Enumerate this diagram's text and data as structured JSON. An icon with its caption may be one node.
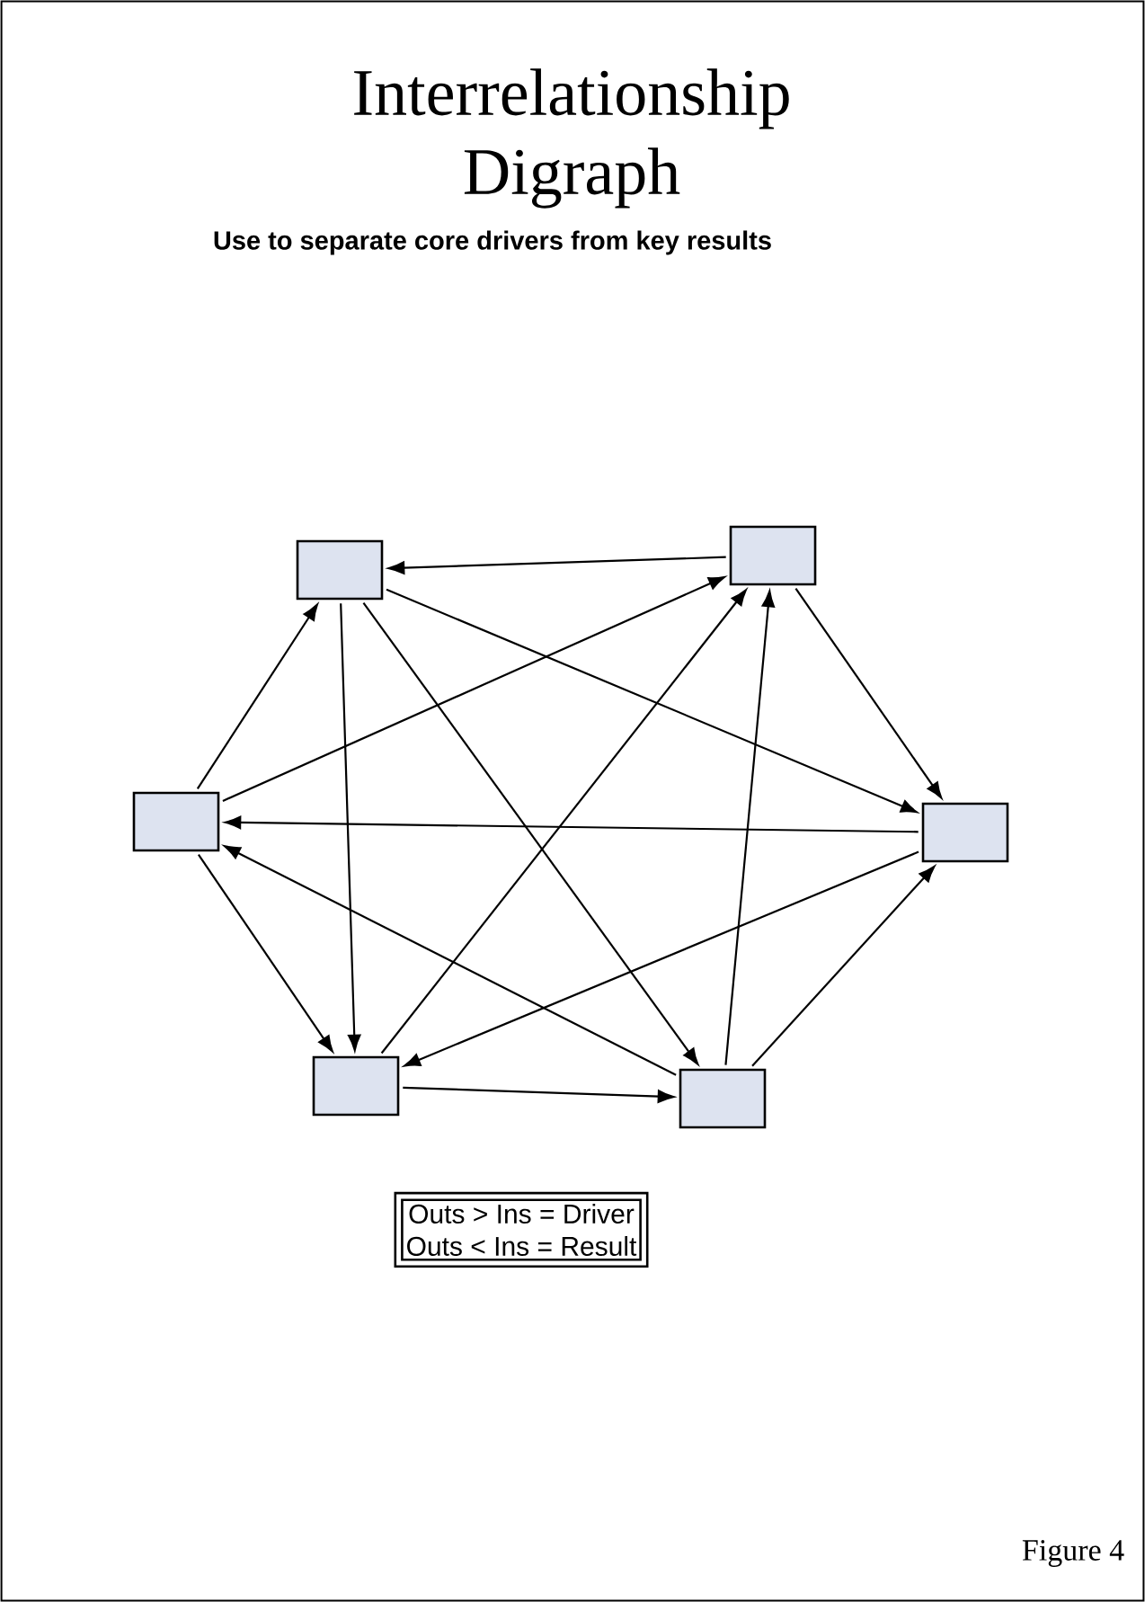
{
  "diagram": {
    "title": "Interrelationship Digraph",
    "nodes": [
      {
        "text": [],
        "shape": "box"
      },
      {
        "text": [],
        "shape": "box"
      },
      {
        "text": [],
        "shape": "box"
      },
      {
        "text": [],
        "shape": "box"
      },
      {
        "text": [],
        "shape": "box"
      },
      {
        "text": [],
        "shape": "box"
      },
      {
        "text": [
          "Outs > Ins = Driver",
          "Outs < Ins = Result"
        ]
      }
    ],
    "edges": [
      {
        "from": 1,
        "to": 0,
        "arrow": "to"
      },
      {
        "from": 0,
        "to": 3,
        "arrow": "to"
      },
      {
        "from": 0,
        "to": 4,
        "arrow": "to"
      },
      {
        "from": 0,
        "to": 5,
        "arrow": "to"
      },
      {
        "from": 2,
        "to": 0,
        "arrow": "to"
      },
      {
        "from": 2,
        "to": 1,
        "arrow": "to"
      },
      {
        "from": 3,
        "to": 2,
        "arrow": "to"
      },
      {
        "from": 5,
        "to": 2,
        "arrow": "to"
      },
      {
        "from": 2,
        "to": 4,
        "arrow": "to"
      },
      {
        "from": 4,
        "to": 1,
        "arrow": "to"
      },
      {
        "from": 3,
        "to": 4,
        "arrow": "to"
      },
      {
        "from": 4,
        "to": 5,
        "arrow": "to"
      },
      {
        "from": 5,
        "to": 1,
        "arrow": "to"
      },
      {
        "from": 1,
        "to": 3,
        "arrow": "to"
      },
      {
        "from": 5,
        "to": 3,
        "arrow": "to"
      }
    ],
    "labels": [
      "Use to separate core drivers from key results",
      "Figure 4"
    ]
  }
}
